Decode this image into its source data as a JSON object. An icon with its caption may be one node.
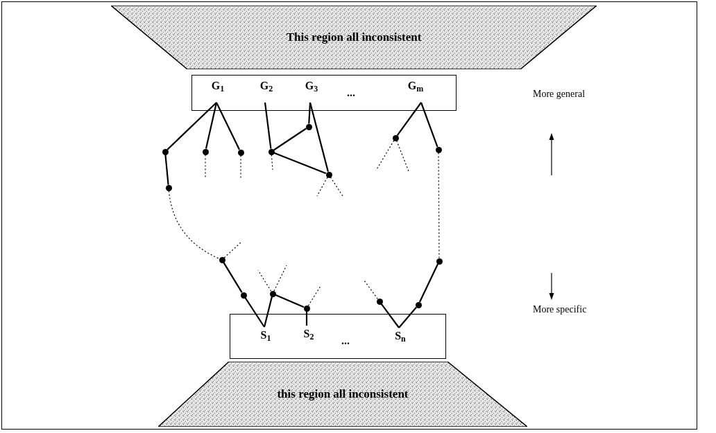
{
  "diagram": {
    "nodes": [
      {
        "text": [
          "This region all inconsistent"
        ]
      },
      {
        "text": [],
        "shape": "box"
      },
      {
        "text": [
          "G$_{1}$"
        ],
        "in": 1
      },
      {
        "text": [
          "G$_{2}$"
        ],
        "in": 1
      },
      {
        "text": [
          "G$_{3}$"
        ],
        "in": 1
      },
      {
        "text": [
          "G$_{m}$"
        ],
        "in": 1
      },
      {
        "text": [],
        "shape": "circle"
      },
      {
        "text": [],
        "shape": "circle"
      },
      {
        "text": [],
        "shape": "circle"
      },
      {
        "text": [],
        "shape": "circle"
      },
      {
        "text": [],
        "shape": "circle"
      },
      {
        "text": [],
        "shape": "circle"
      },
      {
        "text": [],
        "shape": "circle"
      },
      {
        "text": [],
        "shape": "circle"
      },
      {
        "text": [],
        "shape": "circle"
      },
      {
        "text": [],
        "shape": "circle"
      },
      {
        "text": [],
        "shape": "circle"
      },
      {
        "text": [],
        "shape": "circle"
      },
      {
        "text": [],
        "shape": "circle"
      },
      {
        "text": [],
        "shape": "circle"
      },
      {
        "text": [],
        "shape": "circle"
      },
      {
        "text": [],
        "shape": "circle"
      },
      {
        "text": [],
        "shape": "box"
      },
      {
        "text": [
          "S$_{1}$"
        ],
        "in": 22
      },
      {
        "text": [
          "S$_{2}$"
        ],
        "in": 22
      },
      {
        "text": [
          "S$_{n}$"
        ],
        "in": 22
      },
      {
        "text": [
          "this region all inconsistent"
        ]
      }
    ],
    "edges": [
      {
        "from": 2,
        "to": 6,
        "arrow": "none"
      },
      {
        "from": 2,
        "to": 7,
        "arrow": "none"
      },
      {
        "from": 2,
        "to": 8,
        "arrow": "none"
      },
      {
        "from": 6,
        "to": 9,
        "arrow": "none"
      },
      {
        "from": 7,
        "to": null,
        "arrow": "none",
        "style": "dashed"
      },
      {
        "from": 8,
        "to": null,
        "arrow": "none",
        "style": "dashed"
      },
      {
        "from": 3,
        "to": 11,
        "arrow": "none"
      },
      {
        "from": 11,
        "to": null,
        "arrow": "none",
        "style": "dashed"
      },
      {
        "from": 4,
        "to": 10,
        "arrow": "none"
      },
      {
        "from": 10,
        "to": 11,
        "arrow": "none"
      },
      {
        "from": 4,
        "to": 12,
        "arrow": "none"
      },
      {
        "from": 11,
        "to": 12,
        "arrow": "none"
      },
      {
        "from": 12,
        "to": null,
        "arrow": "none",
        "style": "dashed"
      },
      {
        "from": 12,
        "to": null,
        "arrow": "none",
        "style": "dashed"
      },
      {
        "from": 5,
        "to": 13,
        "arrow": "none"
      },
      {
        "from": 5,
        "to": 14,
        "arrow": "none"
      },
      {
        "from": 13,
        "to": null,
        "arrow": "none",
        "style": "dashed"
      },
      {
        "from": 13,
        "to": null,
        "arrow": "none",
        "style": "dashed"
      },
      {
        "from": 9,
        "to": 15,
        "arrow": "none",
        "style": "dashed"
      },
      {
        "from": 14,
        "to": 21,
        "arrow": "none",
        "style": "dashed"
      },
      {
        "from": 15,
        "to": null,
        "arrow": "none",
        "style": "dashed"
      },
      {
        "from": 15,
        "to": 16,
        "arrow": "none"
      },
      {
        "from": 16,
        "to": 23,
        "arrow": "none"
      },
      {
        "from": 23,
        "to": 17,
        "arrow": "none"
      },
      {
        "from": 17,
        "to": null,
        "arrow": "none",
        "style": "dashed"
      },
      {
        "from": 17,
        "to": null,
        "arrow": "none",
        "style": "dashed"
      },
      {
        "from": 17,
        "to": 18,
        "arrow": "none"
      },
      {
        "from": 18,
        "to": null,
        "arrow": "none",
        "style": "dashed"
      },
      {
        "from": 18,
        "to": 24,
        "arrow": "none"
      },
      {
        "from": 19,
        "to": null,
        "arrow": "none",
        "style": "dashed"
      },
      {
        "from": 19,
        "to": 25,
        "arrow": "none"
      },
      {
        "from": 25,
        "to": 20,
        "arrow": "none"
      },
      {
        "from": 20,
        "to": 21,
        "arrow": "none"
      }
    ],
    "labels": [
      "...",
      "...",
      "More general",
      "More specific"
    ]
  }
}
